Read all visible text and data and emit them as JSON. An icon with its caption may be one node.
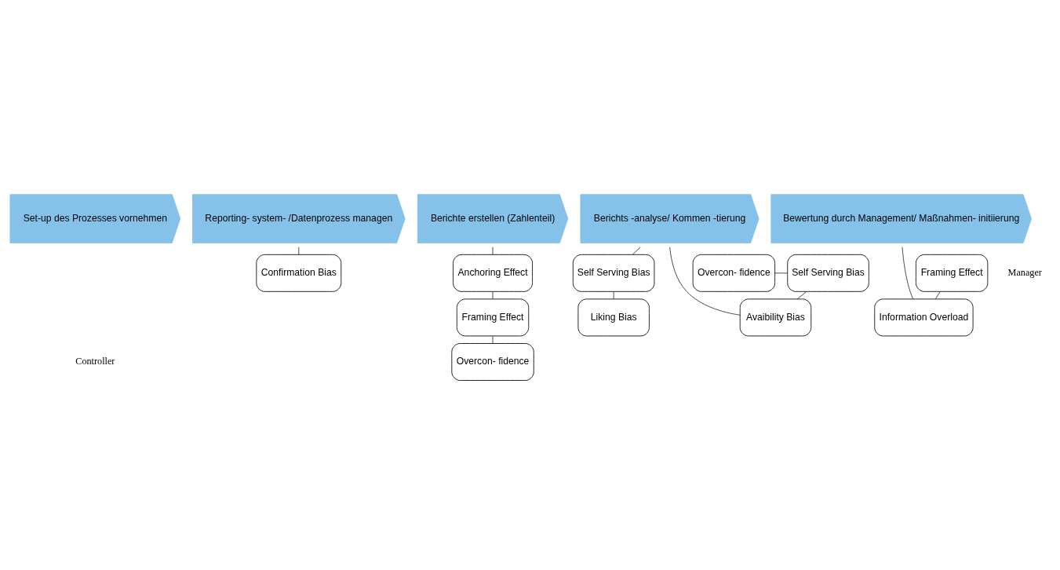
{
  "diagram": {
    "nodes": [
      {
        "text": [
          "Set-up des Prozesses vornehmen"
        ]
      },
      {
        "text": [
          "Reporting- system- /Datenprozess managen"
        ]
      },
      {
        "text": [
          "Berichte erstellen (Zahlenteil)"
        ]
      },
      {
        "text": [
          "Berichts -analyse/ Kommen -tierung"
        ]
      },
      {
        "text": [
          "Bewertung durch Management/ Maßnahmen- initiierung"
        ]
      },
      {
        "text": [
          "Confirmation Bias"
        ]
      },
      {
        "text": [
          "Anchoring Effect"
        ]
      },
      {
        "text": [
          "Framing Effect"
        ]
      },
      {
        "text": [
          "Overcon- fidence"
        ]
      },
      {
        "text": [
          "Overcon- fidence"
        ]
      },
      {
        "text": [
          "Self Serving Bias"
        ]
      },
      {
        "text": [
          "Avaibility Bias"
        ]
      },
      {
        "text": [
          "Self Serving Bias"
        ]
      },
      {
        "text": [
          "Liking Bias"
        ]
      },
      {
        "text": [
          "Framing Effect"
        ]
      },
      {
        "text": [
          "Information Overload"
        ]
      }
    ],
    "edges": [
      {
        "from": 1,
        "to": 5,
        "arrow": "none"
      },
      {
        "from": 2,
        "to": 6,
        "arrow": "none"
      },
      {
        "from": 6,
        "to": 7,
        "arrow": "none"
      },
      {
        "from": 7,
        "to": 8,
        "arrow": "none"
      },
      {
        "from": 3,
        "to": 11,
        "arrow": "none"
      },
      {
        "from": 11,
        "to": 10,
        "arrow": "none"
      },
      {
        "from": 10,
        "to": 9,
        "arrow": "none"
      },
      {
        "from": 3,
        "to": 12,
        "arrow": "none"
      },
      {
        "from": 12,
        "to": 13,
        "arrow": "none"
      },
      {
        "from": 4,
        "to": 15,
        "arrow": "none"
      },
      {
        "from": 15,
        "to": 14,
        "arrow": "none"
      }
    ],
    "labels": [
      "Manager",
      "Controller"
    ]
  }
}
